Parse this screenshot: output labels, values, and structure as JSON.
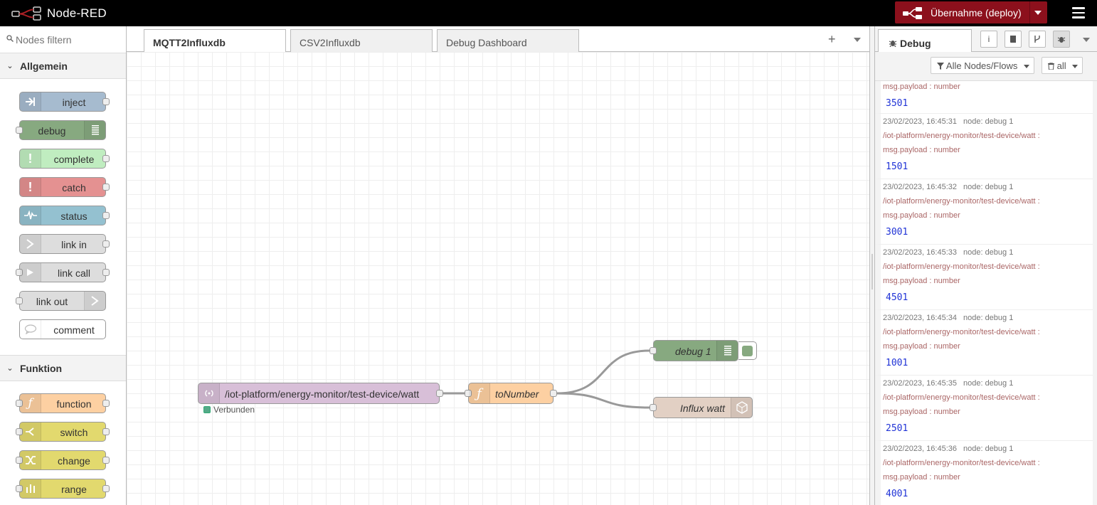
{
  "app": {
    "title": "Node-RED"
  },
  "header": {
    "deploy_label": "Übernahme (deploy)"
  },
  "palette": {
    "search_placeholder": "Nodes filtern",
    "categories": [
      {
        "name": "Allgemein",
        "nodes": [
          "inject",
          "debug",
          "complete",
          "catch",
          "status",
          "link in",
          "link call",
          "link out",
          "comment"
        ]
      },
      {
        "name": "Funktion",
        "nodes": [
          "function",
          "switch",
          "change",
          "range"
        ]
      }
    ]
  },
  "workspace": {
    "tabs": [
      "MQTT2Influxdb",
      "CSV2Influxdb",
      "Debug Dashboard"
    ],
    "active_tab": "MQTT2Influxdb",
    "nodes": {
      "mqtt_in": "/iot-platform/energy-monitor/test-device/watt",
      "mqtt_status": "Verbunden",
      "function": "toNumber",
      "debug": "debug 1",
      "influx": "Influx watt"
    }
  },
  "sidebar": {
    "tab_label": "Debug",
    "filter_label": "Alle Nodes/Flows",
    "clear_label": "all",
    "first_message": {
      "type_label": "msg.payload : number",
      "value": "3501"
    },
    "messages": [
      {
        "timestamp": "23/02/2023, 16:45:31",
        "node": "node: debug 1",
        "topic": "/iot-platform/energy-monitor/test-device/watt :",
        "type_label": "msg.payload : number",
        "value": "1501"
      },
      {
        "timestamp": "23/02/2023, 16:45:32",
        "node": "node: debug 1",
        "topic": "/iot-platform/energy-monitor/test-device/watt :",
        "type_label": "msg.payload : number",
        "value": "3001"
      },
      {
        "timestamp": "23/02/2023, 16:45:33",
        "node": "node: debug 1",
        "topic": "/iot-platform/energy-monitor/test-device/watt :",
        "type_label": "msg.payload : number",
        "value": "4501"
      },
      {
        "timestamp": "23/02/2023, 16:45:34",
        "node": "node: debug 1",
        "topic": "/iot-platform/energy-monitor/test-device/watt :",
        "type_label": "msg.payload : number",
        "value": "1001"
      },
      {
        "timestamp": "23/02/2023, 16:45:35",
        "node": "node: debug 1",
        "topic": "/iot-platform/energy-monitor/test-device/watt :",
        "type_label": "msg.payload : number",
        "value": "2501"
      },
      {
        "timestamp": "23/02/2023, 16:45:36",
        "node": "node: debug 1",
        "topic": "/iot-platform/energy-monitor/test-device/watt :",
        "type_label": "msg.payload : number",
        "value": "4001"
      }
    ]
  },
  "colors": {
    "header_bg": "#000000",
    "deploy_bg": "#8c101c",
    "inject": "#a6bbcf",
    "debug": "#87a980",
    "complete": "#c0edc0",
    "catch": "#e49191",
    "status": "#94c1d0",
    "link": "#dddddd",
    "comment": "#ffffff",
    "function": "#fdd0a2",
    "switch": "#e2d96e",
    "mqtt": "#d8bfd8",
    "influx": "#e2d0c4",
    "debug_value": "#2033d6",
    "debug_topic": "#aa6666"
  }
}
